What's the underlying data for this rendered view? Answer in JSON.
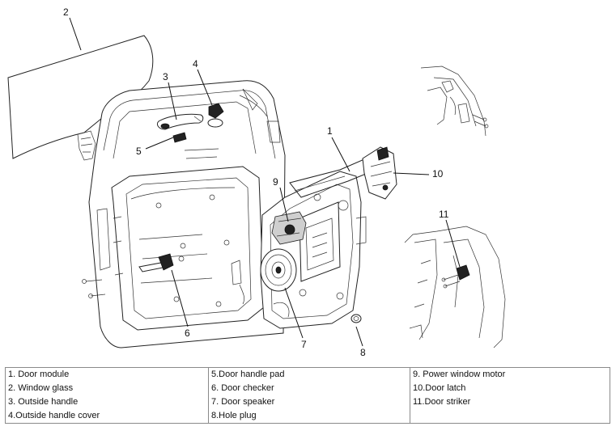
{
  "callouts": [
    "1",
    "2",
    "3",
    "4",
    "5",
    "6",
    "7",
    "8",
    "9",
    "10",
    "11"
  ],
  "legend": {
    "columns": [
      [
        "1. Door module",
        "2. Window glass",
        "3. Outside handle",
        "4.Outside handle cover"
      ],
      [
        "5.Door handle pad",
        "6. Door checker",
        "7. Door speaker",
        "8.Hole plug"
      ],
      [
        "9. Power window motor",
        "10.Door latch",
        "11.Door striker"
      ]
    ]
  }
}
